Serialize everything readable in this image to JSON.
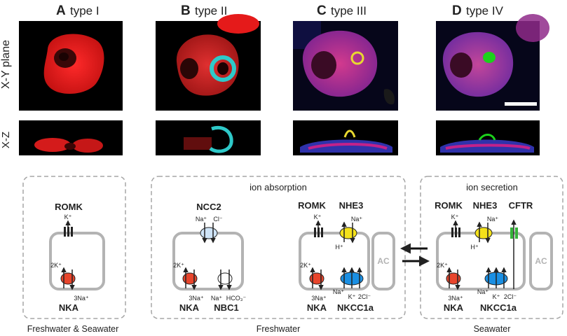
{
  "panels": [
    {
      "letter": "A",
      "title": "type I"
    },
    {
      "letter": "B",
      "title": "type II"
    },
    {
      "letter": "C",
      "title": "type III"
    },
    {
      "letter": "D",
      "title": "type IV"
    }
  ],
  "row_labels": {
    "xy": "X-Y plane",
    "xz": "X-Z"
  },
  "bottom_labels": {
    "fw_sw": "Freshwater & Seawater",
    "fw": "Freshwater",
    "sw": "Seawater"
  },
  "box_titles": {
    "absorption": "ion absorption",
    "secretion": "ion secretion"
  },
  "proteins": {
    "romk": "ROMK",
    "nka": "NKA",
    "ncc2": "NCC2",
    "nbc1": "NBC1",
    "nhe3": "NHE3",
    "nkcc1a": "NKCC1a",
    "cftr": "CFTR",
    "ac": "AC"
  },
  "ions": {
    "k": "K⁺",
    "k2": "2K⁺",
    "na": "Na⁺",
    "na3": "3Na⁺",
    "cl": "Cl⁻",
    "cl2": "2Cl⁻",
    "h": "H⁺",
    "hco3": "HCO₃⁻"
  },
  "colors": {
    "cell_red": "#e21f1f",
    "nucleus_dark": "#3a0808",
    "cyan": "#2ec9c9",
    "blue_stain": "#3b3fd6",
    "magenta": "#c2228a",
    "green": "#1bd11b",
    "yellow": "#f2e23a",
    "nka": "#e8452c",
    "ncc2": "#cfe4f7",
    "nhe3": "#f4e11a",
    "nkcc1a": "#1a8fe3",
    "cftr": "#35b23a",
    "cell_outline": "#b3b3b3",
    "dashed": "#a6a6a6"
  },
  "scale_bar_visible": true
}
